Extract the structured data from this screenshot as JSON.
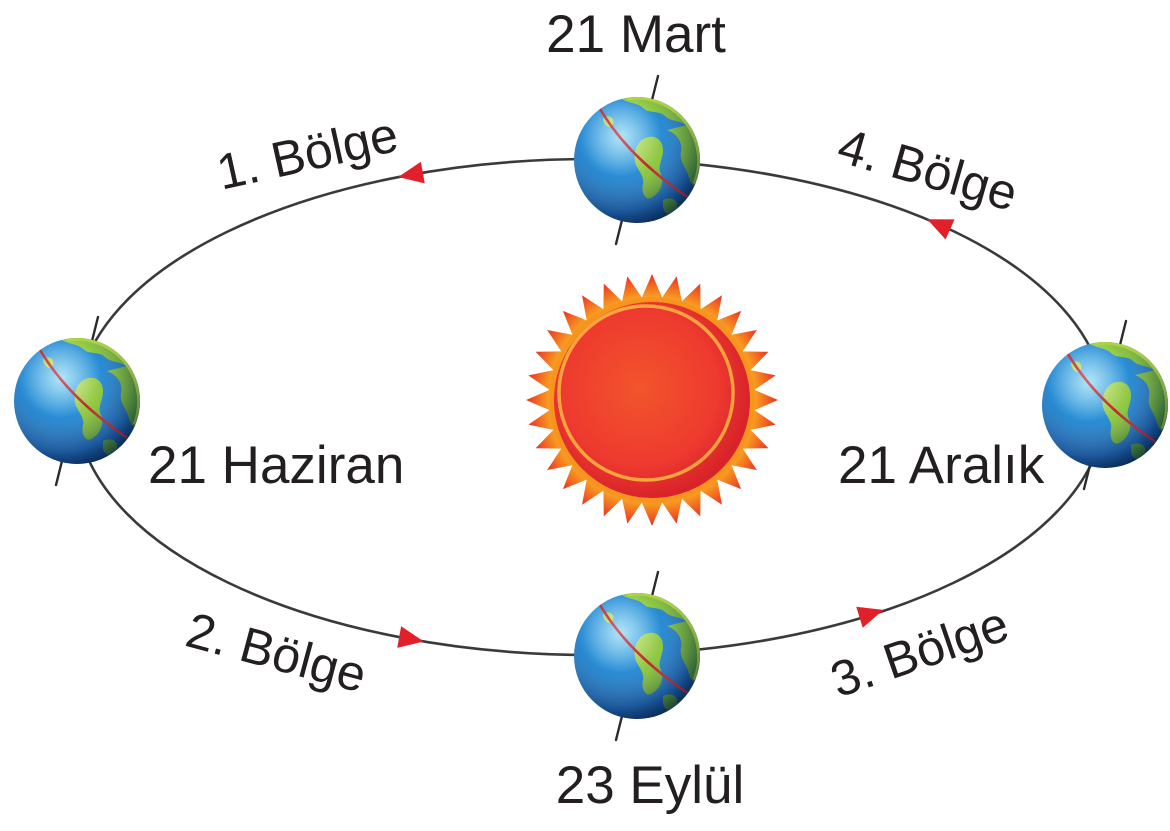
{
  "diagram": {
    "dates": {
      "march": "21 Mart",
      "june": "21 Haziran",
      "september": "23 Eylül",
      "december": "21 Aralık"
    },
    "regions": {
      "first": "1. Bölge",
      "second": "2. Bölge",
      "third": "3. Bölge",
      "fourth": "4. Bölge"
    },
    "colors": {
      "text": "#231f20",
      "orbit": "#3a3a3a",
      "arrow": "#e1202a",
      "sun_body": "#ee3a2f",
      "sun_rays": "#f58220",
      "ocean": "#2b8fd6",
      "land": "#8cc63f",
      "tilt_line": "#c1272d"
    }
  }
}
